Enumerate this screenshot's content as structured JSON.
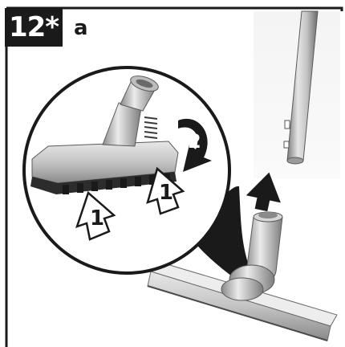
{
  "step": {
    "number": "12*",
    "sub_label": "a"
  },
  "callouts": {
    "press_left": "1",
    "press_right": "1",
    "rotate": "2"
  },
  "icons": {
    "press_arrow": "outlined-up-arrow-icon",
    "rotate_arrow": "curved-rotate-arrow-icon",
    "connect_arrow": "solid-up-arrow-icon"
  },
  "colors": {
    "frame": "#1a1a1a",
    "metal": "#b8b8b8",
    "metal_dark": "#6e6e6e",
    "metal_light": "#e4e4e4"
  }
}
